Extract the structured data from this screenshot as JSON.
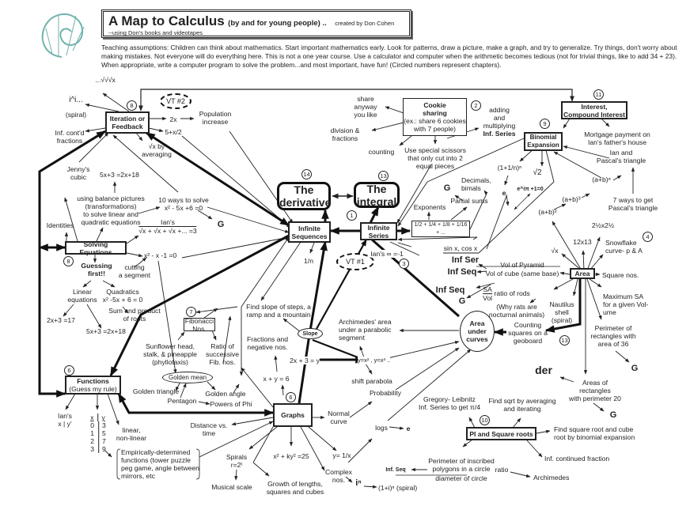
{
  "header": {
    "title": "A Map to Calculus",
    "title_paren": "(by and for young people) ..",
    "creator": "created by Don Cohen",
    "subtitle": "--using Don's books and videotapes"
  },
  "intro": "Teaching assumptions: Children can think about mathematics. Start important mathematics early. Look for patterns, draw a picture, make a graph, and try to generalize. Try things, don't worry about making mistakes. Not everyone will do everything here. This is not a one year course. Use a calculator and computer when the arithmetic becomes tedious (not for trivial things, like to add 34 + 23). When appropriate, write a computer program to solve the problem...and most important, have fun! (Circled numbers represent chapters).",
  "colors": {
    "logo_shell": "#6fb3ad",
    "ink": "#222222"
  },
  "chapters": {
    "c1": "1",
    "c2": "2",
    "c3": "3",
    "c4": "4",
    "c6a": "6",
    "c6b": "6",
    "c7": "7",
    "c8a": "8",
    "c8b": "8",
    "c9": "9",
    "c10": "10",
    "c11": "11",
    "c13a": "13",
    "c13b": "13",
    "c14": "14"
  },
  "boxes": {
    "iteration": [
      "Iteration or",
      "Feedback"
    ],
    "solving": "Solving Equations",
    "functions": [
      "Functions",
      "(Guess my rule)"
    ],
    "graphs": "Graphs",
    "fibonacci": [
      "Fibonacci",
      "Nos."
    ],
    "derivative": [
      "The",
      "derivative"
    ],
    "integral": [
      "The",
      "integral"
    ],
    "inf_seq": [
      "Infinite",
      "Sequences"
    ],
    "inf_ser": [
      "Infinite",
      "Series"
    ],
    "cookie": [
      "Cookie",
      "sharing",
      "(ex.: share 6 cookies",
      "with 7 people)"
    ],
    "binomial": [
      "Binomial",
      "Expansion"
    ],
    "interest": [
      "Interest,",
      "Compound Interest"
    ],
    "area": "Area",
    "pi": "PI and Square roots",
    "area_curves": [
      "Area",
      "under",
      "curves"
    ],
    "golden_mean": "Golden mean",
    "slope": "Slope",
    "vt1": "VT #1",
    "vt2": "VT #2",
    "series_terms": "1/2 + 1/4 + 1/8 + 1/16 + ..."
  },
  "labels": {
    "nested_root": "...√√√x",
    "i_power": "i^i...",
    "spiral": "(spiral)",
    "inf_contd": [
      "Inf. cont'd",
      "fractions"
    ],
    "two_x": "2x",
    "population": [
      "Population",
      "increase"
    ],
    "five_plus": "5+x/2",
    "sqrt_avg": [
      "√x by",
      "averaging"
    ],
    "jenny": [
      "Jenny's",
      "cubic"
    ],
    "eq_5x_top": "5x+3 =2x+18",
    "balance": [
      "using balance pictures",
      "(transformations)",
      "to solve linear and",
      "quadratic equations"
    ],
    "ten_ways": [
      "10 ways to solve",
      "x² - 5x +6 =0"
    ],
    "g1": "G",
    "identities": "Identities",
    "ians_root": [
      "Ian's",
      "√x + √x + √x +... =3"
    ],
    "golden_eq": "x² - x -1 =0",
    "guessing": [
      "Guessing",
      "first!!"
    ],
    "cutting": [
      "cutting",
      "a segment"
    ],
    "linear_eq": [
      "Linear",
      "equations"
    ],
    "quadratics": [
      "Quadratics",
      "x² -5x  + 6 = 0"
    ],
    "sum_product": [
      "Sum and product",
      "of roots"
    ],
    "eq_2x": "2x+3 =17",
    "eq_5x_bottom": "5x+3 =2x+18",
    "sunflower": [
      "Sunflower head,",
      "stalk, & pineapple",
      "(phyllotaxis)"
    ],
    "ratio_fib": [
      "Ratio of",
      "successive",
      "Fib. nos."
    ],
    "golden_triangle": "Golden triangle",
    "pentagon": "Pentagon",
    "golden_angle": "Golden angle",
    "powers_phi": "Powers of Phi",
    "ians_xy": [
      "Ian's",
      "x | y'"
    ],
    "table_head": [
      "x",
      "y"
    ],
    "table_x": [
      "0",
      "1",
      "2",
      "3"
    ],
    "table_y": [
      "3",
      "5",
      "7",
      "9"
    ],
    "linear_nonlinear": [
      "linear,",
      "non-linear"
    ],
    "empirical": [
      "Empirically-determined",
      "functions (tower puzzle",
      "peg game, angle between",
      "mirrors, etc"
    ],
    "distance": [
      "Distance vs.",
      "time"
    ],
    "spirals": [
      "Spirals",
      "r=2ᵗ"
    ],
    "musical": "Musical scale",
    "ellipse_eq": "x² + ky² =25",
    "growth": [
      "Growth of lengths,",
      "squares and cubes"
    ],
    "complex": [
      "Complex",
      "nos."
    ],
    "recip": "y= 1/x",
    "normal": [
      "Normal",
      "curve"
    ],
    "i_n": "iⁿ",
    "one_plus_i": "(1+i)ⁿ (spiral)",
    "probability": "Probability",
    "logs": "logs",
    "e_logs": "e",
    "fractions_neg": [
      "Fractions and",
      "negative nos."
    ],
    "x_plus_y": "x + y = 6",
    "find_slope": [
      "Find slope of steps, a",
      "ramp and a mountain"
    ],
    "linear_y": "2x + 3 = y",
    "powers_y": "y=x² , y=x³ ..",
    "shift_parabola": "shift parabola",
    "archimedes_area": [
      "Archimedes' area",
      "under a parabolic",
      "segment"
    ],
    "counting_squares": [
      "Counting",
      "squares on a",
      "geoboard"
    ],
    "inf_ser_label": "Inf Ser",
    "inf_seq_label1": "Inf Seq",
    "vol_ratio": [
      "Vol of Pyramid",
      "Vol of cube (same base)"
    ],
    "square_nos": "Square nos.",
    "inf_seq_label2": "Inf Seq",
    "g_sa": "G",
    "sa_vol": [
      "SA",
      "Vol"
    ],
    "ratio_rods": "ratio of rods",
    "rats": [
      "(Why rats are",
      "nocturnal animals)"
    ],
    "nautilus": [
      "Nautilus",
      "shell",
      "(spiral)"
    ],
    "max_sa": [
      "Maximum SA",
      "for a given Vol-",
      "ume"
    ],
    "perimeter_36": [
      "Perimeter of",
      "rectangles with",
      "area of 36"
    ],
    "g_perim": "G",
    "der": "der",
    "areas_20": [
      "Areas of",
      "rectangles",
      "with perimeter 20"
    ],
    "g_areas": "G",
    "gregory": [
      "Gregory- Leibnitz",
      "Inf. Series to get π/4"
    ],
    "find_sqrt": [
      "Find sqrt by averaging",
      "and iterating"
    ],
    "binomial_root": [
      "Find square root and cube",
      "root by binomial expansion"
    ],
    "inf_cont_frac": "Inf. continued fraction",
    "perimeter_poly": [
      "Perimeter of inscribed",
      "polygons in a circle",
      "diameter of circle"
    ],
    "inf_seq_small": "Inf. Seq",
    "ratio": "ratio",
    "archimedes": "Archimedes",
    "sqrt_x": "√x",
    "twelve": "12x13",
    "two_half": "2½x2½",
    "snowflake": [
      "Snowflake",
      "curve- p & A"
    ],
    "one_over_n": "1/n",
    "ians_inf": "Ian's ∞ =-1",
    "sin_cos": "sin x, cos x",
    "exponents": "Exponents",
    "partial_sums": "Partial sums",
    "g_partial": "G",
    "decimals": [
      "Decimals,",
      "bimals"
    ],
    "share_anyway": [
      "share",
      "anyway",
      "you like"
    ],
    "division": [
      "division &",
      "fractions"
    ],
    "counting": "counting",
    "scissors": [
      "Use special scissors",
      "that only cut into 2",
      "equal pieces"
    ],
    "adding": [
      "adding",
      "and",
      "multiplying",
      "Inf. Series"
    ],
    "mortgage": [
      "Mortgage payment on",
      "Ian's father's house"
    ],
    "ian_pascal": [
      "Ian and",
      "Pascal's triangle"
    ],
    "one_plus_n": "(1+1/n)ⁿ",
    "sqrt2": "√2",
    "e_node": "e",
    "euler": "e^iπ +1=0",
    "ab_n": "(a+b)ⁿ",
    "ab_3": "(a+b)³",
    "ab_2": "(a+b)²",
    "seven_ways": [
      "7 ways to get",
      "Pascal's triangle"
    ]
  }
}
